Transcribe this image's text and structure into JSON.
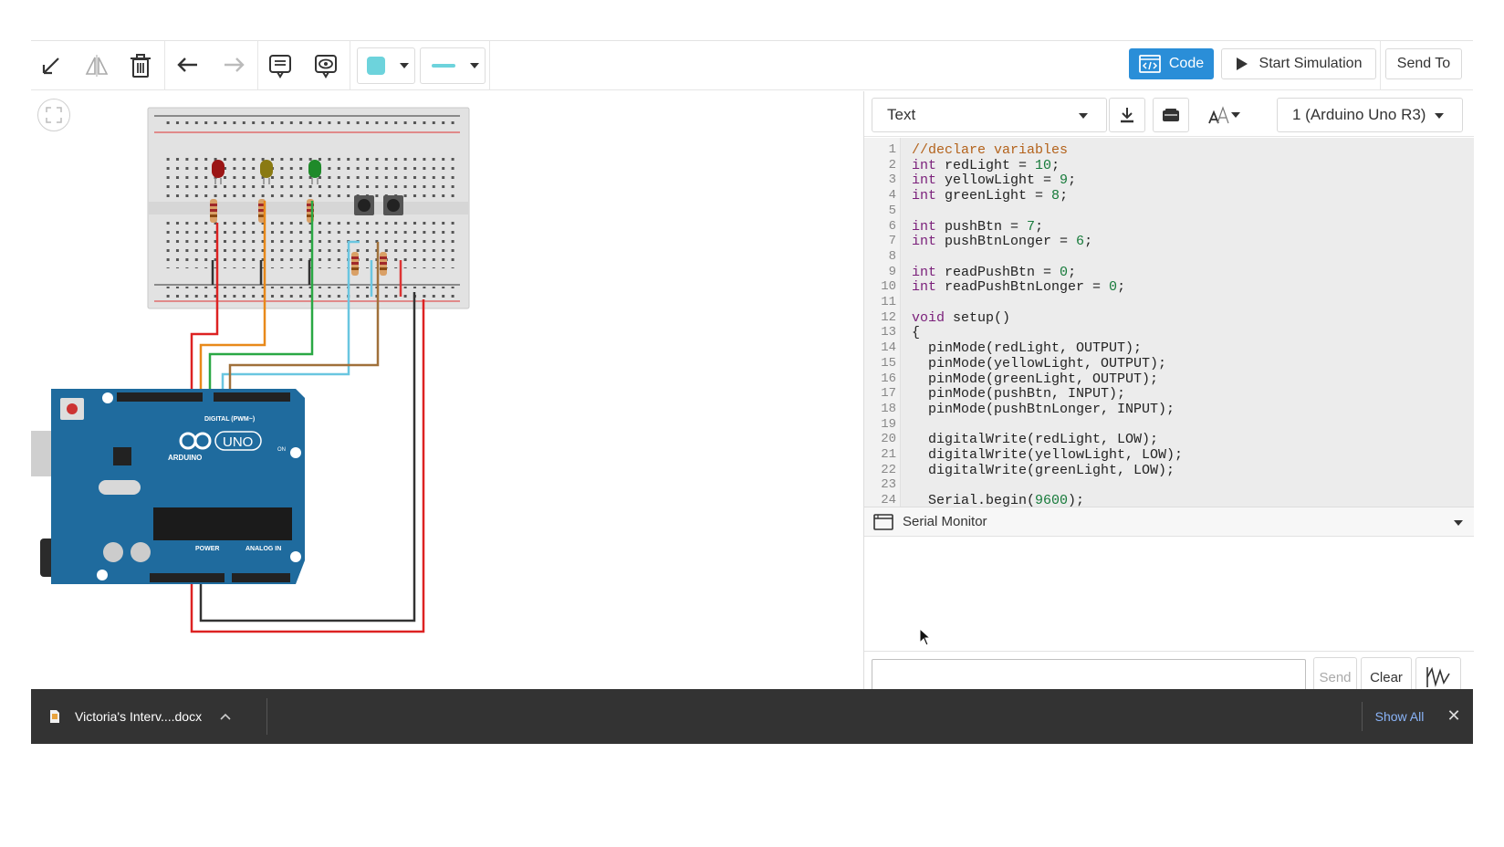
{
  "toolbar": {
    "code_label": "Code",
    "start_simulation_label": "Start Simulation",
    "send_to_label": "Send To",
    "fill_color": "#6dd3dc",
    "wire_color": "#6dd3dc"
  },
  "code_panel": {
    "mode": "Text",
    "board": "1 (Arduino Uno R3)",
    "lines": [
      "//declare variables",
      "int redLight = 10;",
      "int yellowLight = 9;",
      "int greenLight = 8;",
      "",
      "int pushBtn = 7;",
      "int pushBtnLonger = 6;",
      "",
      "int readPushBtn = 0;",
      "int readPushBtnLonger = 0;",
      "",
      "void setup()",
      "{",
      "  pinMode(redLight, OUTPUT);",
      "  pinMode(yellowLight, OUTPUT);",
      "  pinMode(greenLight, OUTPUT);",
      "  pinMode(pushBtn, INPUT);",
      "  pinMode(pushBtnLonger, INPUT);",
      "",
      "  digitalWrite(redLight, LOW);",
      "  digitalWrite(yellowLight, LOW);",
      "  digitalWrite(greenLight, LOW);",
      "",
      "  Serial.begin(9600);"
    ]
  },
  "serial_monitor": {
    "title": "Serial Monitor",
    "input_value": "",
    "send_label": "Send",
    "clear_label": "Clear"
  },
  "arduino": {
    "brand": "ARDUINO",
    "model": "UNO",
    "digital_label": "DIGITAL (PWM~)",
    "power_label": "POWER",
    "analog_label": "ANALOG IN",
    "on_label": "ON"
  },
  "download_bar": {
    "file_name": "Victoria's Interv....docx",
    "show_all_label": "Show All"
  }
}
